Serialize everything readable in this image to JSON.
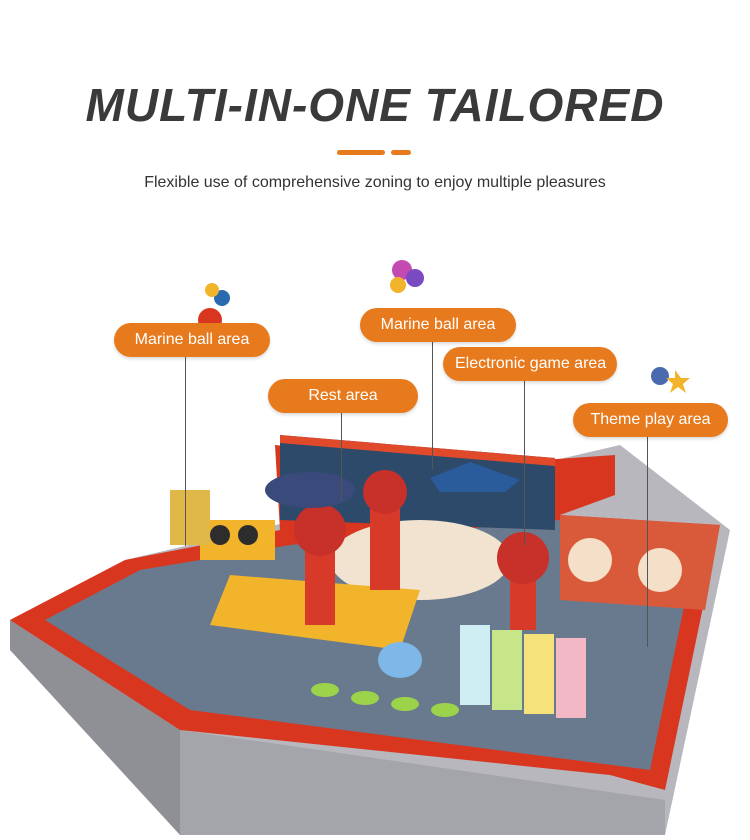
{
  "header": {
    "title": "MULTI-IN-ONE TAILORED",
    "subtitle": "Flexible use of comprehensive zoning to enjoy multiple pleasures"
  },
  "labels": [
    {
      "text": "Marine ball area"
    },
    {
      "text": "Marine ball area"
    },
    {
      "text": "Electronic game area"
    },
    {
      "text": "Rest area"
    },
    {
      "text": "Theme play area"
    }
  ],
  "colors": {
    "accent": "#e87a1e",
    "title": "#3a3a3a",
    "wall_red": "#d8361f",
    "floor_gray": "#9a9aa0"
  }
}
